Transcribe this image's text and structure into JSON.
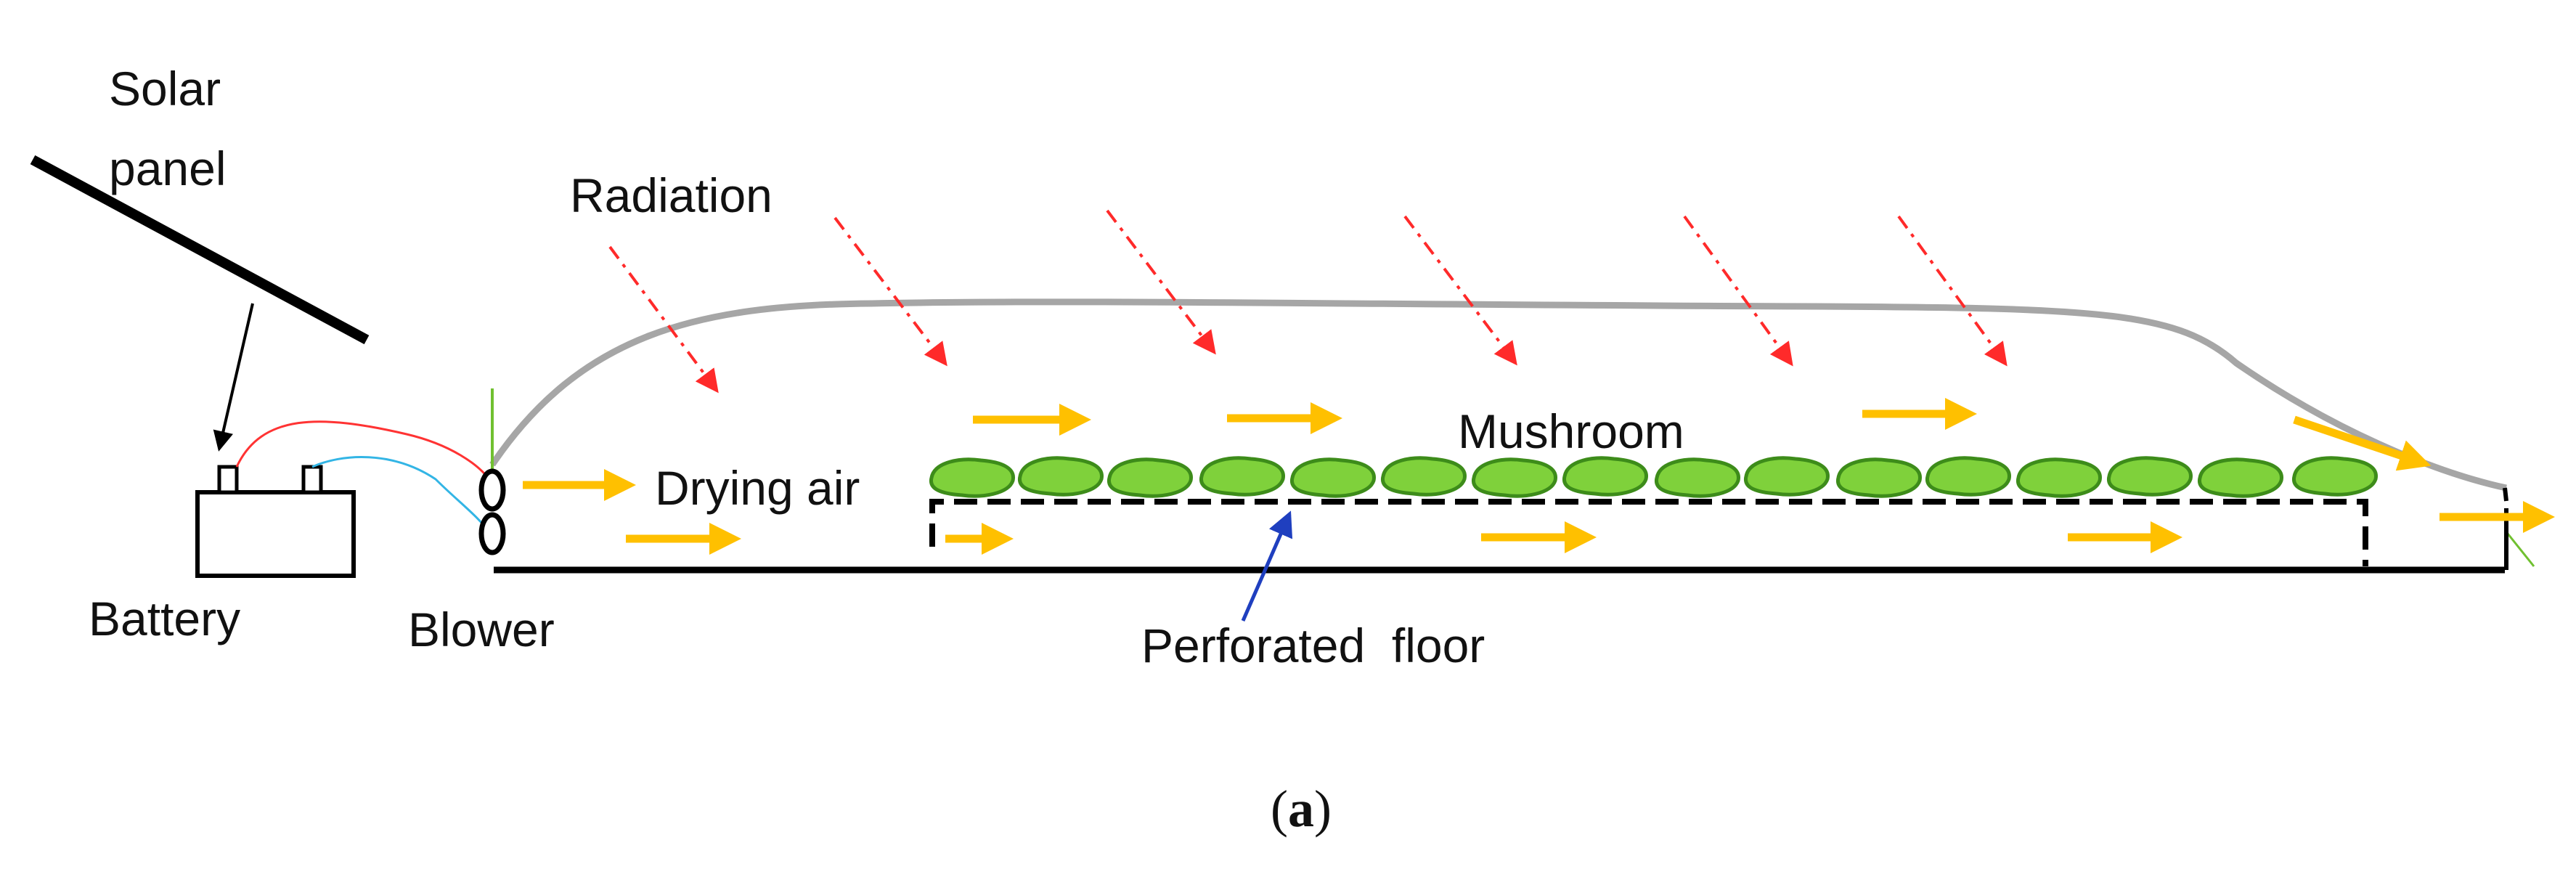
{
  "labels": {
    "solar_panel_line1": "Solar",
    "solar_panel_line2": "panel",
    "radiation": "Radiation",
    "drying_air": "Drying air",
    "mushroom": "Mushroom",
    "battery": "Battery",
    "blower": "Blower",
    "perforated_floor": "Perforated  floor"
  },
  "caption": {
    "open": "(",
    "letter": "a",
    "close": ")"
  },
  "colors": {
    "radiation_arrow": "#ff2a2a",
    "air_arrow": "#ffc000",
    "mushroom_fill": "#7fd13b",
    "mushroom_stroke": "#3d8c1a",
    "dome": "#a6a6a6",
    "wire_positive": "#ff3333",
    "wire_negative": "#33b5e5",
    "pointer_perforated_floor": "#1f3fbf",
    "frame": "#000000",
    "accent_green": "#70c030"
  }
}
